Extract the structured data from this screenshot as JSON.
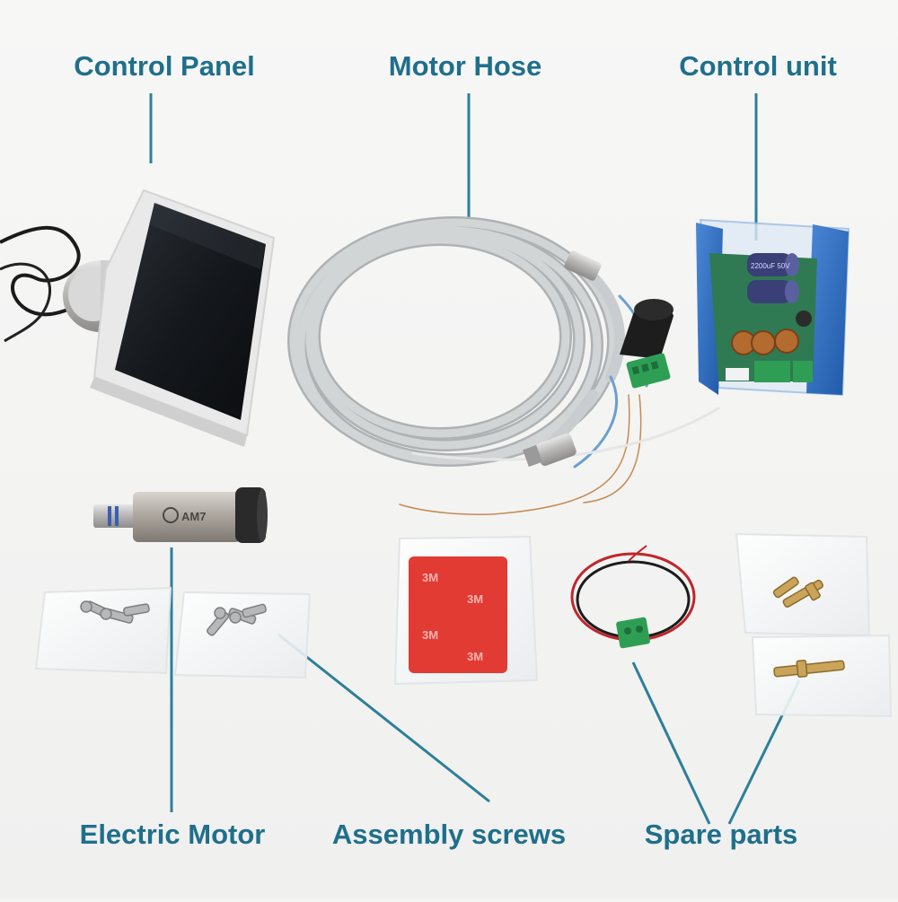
{
  "labels": {
    "control_panel": "Control Panel",
    "motor_hose": "Motor Hose",
    "control_unit": "Control unit",
    "electric_motor": "Electric Motor",
    "assembly_screws": "Assembly screws",
    "spare_parts": "Spare parts"
  },
  "product_markings": {
    "motor_model": "AM7",
    "capacitor_rating": "2200uF 50V",
    "tape_brand": "3M"
  },
  "colors": {
    "label_text": "#1f6f8b",
    "leader_line": "#2d7f99",
    "background": "#f4f4f3",
    "control_unit_case": "#2f6fc4",
    "terminal_block": "#2e9e55",
    "adhesive_pad": "#e23b33",
    "hose": "#c9cdcf"
  }
}
